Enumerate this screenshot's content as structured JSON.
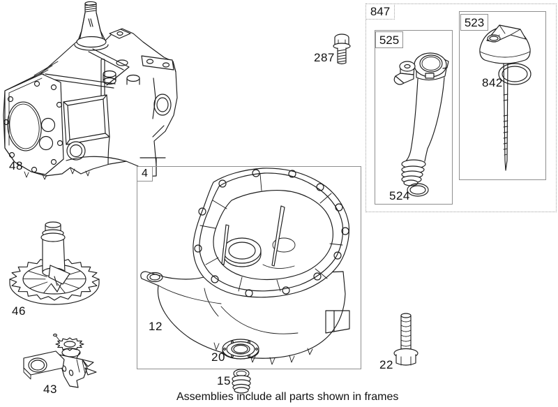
{
  "footer_note": "Assemblies include all parts shown in frames",
  "colors": {
    "background": "#ffffff",
    "line": "#1a1a1a",
    "frame_solid": "#8f8f8f",
    "frame_dotted": "#a0a0a0"
  },
  "frames": {
    "sump": {
      "label": "4"
    },
    "assembly": {
      "label": "847"
    },
    "fill_tube": {
      "label": "525"
    },
    "dipstick": {
      "label": "523"
    }
  },
  "parts": {
    "cylinder": {
      "label": "48"
    },
    "sump": {
      "label": "12"
    },
    "camshaft": {
      "label": "46"
    },
    "bracket": {
      "label": "43"
    },
    "seal": {
      "label": "20"
    },
    "plug": {
      "label": "15"
    },
    "bolt_long": {
      "label": "22"
    },
    "bolt_short": {
      "label": "287"
    },
    "oring_small": {
      "label": "524"
    },
    "oring_large": {
      "label": "842"
    }
  }
}
